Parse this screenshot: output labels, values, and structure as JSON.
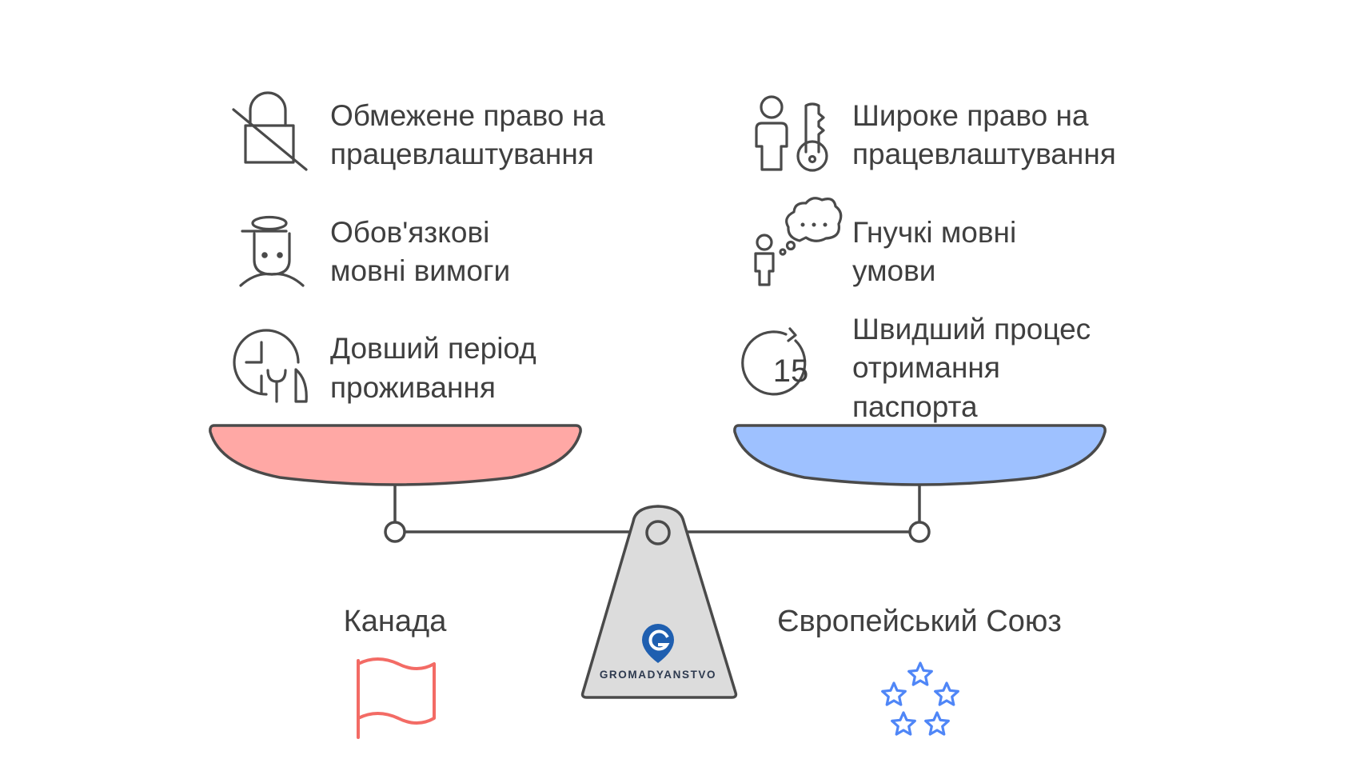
{
  "left": {
    "country": "Канада",
    "items": [
      {
        "icon": "lock-crossed-icon",
        "lines": [
          "Обмежене право на",
          "працевлаштування"
        ]
      },
      {
        "icon": "examiner-icon",
        "lines": [
          "Обов'язкові",
          "мовні вимоги"
        ]
      },
      {
        "icon": "clock-plant-icon",
        "lines": [
          "Довший період",
          "проживання"
        ]
      }
    ],
    "pan_color": "#FFA8A5",
    "flag_icon": "flag-icon",
    "flag_color": "#F36B65"
  },
  "right": {
    "country": "Європейський Союз",
    "items": [
      {
        "icon": "person-key-icon",
        "lines": [
          "Широке право на",
          "працевлаштування"
        ]
      },
      {
        "icon": "person-speech-icon",
        "lines": [
          "Гнучкі мовні",
          "умови"
        ]
      },
      {
        "icon": "countdown-15-icon",
        "lines": [
          "Швидший процес",
          "отримання",
          "паспорта"
        ],
        "number": "15"
      }
    ],
    "pan_color": "#9EC1FF",
    "stars_icon": "eu-stars-icon",
    "stars_color": "#4F86F7"
  },
  "brand": {
    "name": "GROMADYANSTVO",
    "logo_icon": "g-pin-logo-icon",
    "logo_color": "#1F5FB0"
  },
  "colors": {
    "text": "#3F3F3F",
    "outline": "#4A4A4A",
    "weight": "#DCDCDC"
  }
}
